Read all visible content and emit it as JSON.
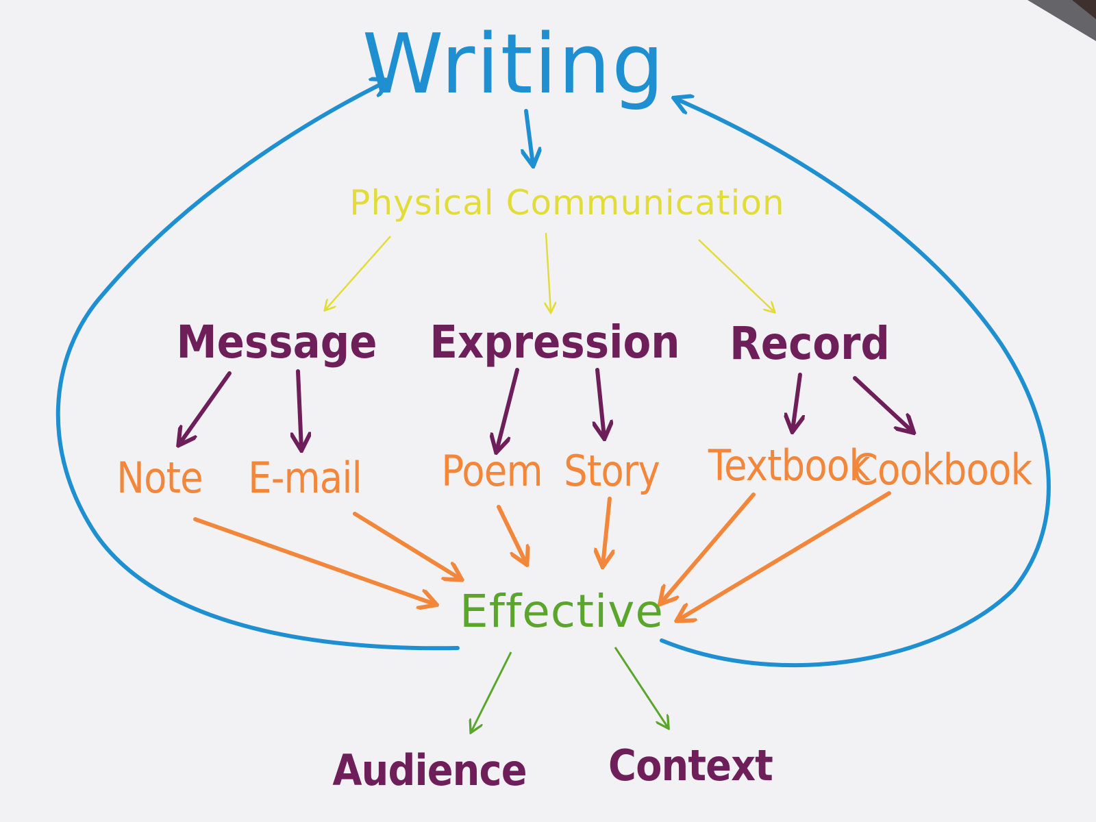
{
  "colors": {
    "blue": "#1e8fd0",
    "yellow": "#e2dc3a",
    "purple": "#6e1f5a",
    "orange": "#f2873b",
    "green": "#5aa62c",
    "paper": "#f2f2f4",
    "table": "#6e4128"
  },
  "diagram": {
    "title": "Writing",
    "level1": "Physical Communication",
    "categories": {
      "message": "Message",
      "expression": "Expression",
      "record": "Record"
    },
    "items": {
      "note": "Note",
      "email": "E-mail",
      "poem": "Poem",
      "story": "Story",
      "textbook": "Textbook",
      "cookbook": "Cookbook"
    },
    "effective": "Effective",
    "outcomes": {
      "audience": "Audience",
      "context": "Context"
    }
  }
}
